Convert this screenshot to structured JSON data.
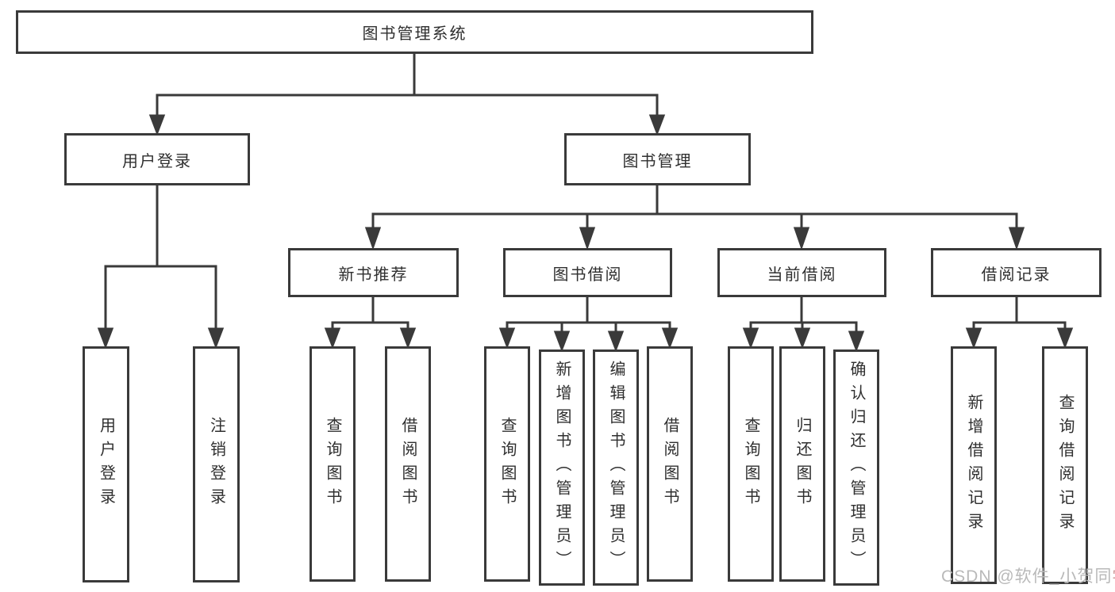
{
  "diagram": {
    "nodes": {
      "root": {
        "label": "图书管理系统"
      },
      "user_login": {
        "label": "用户登录"
      },
      "book_mgmt": {
        "label": "图书管理"
      },
      "new_book_rec": {
        "label": "新书推荐"
      },
      "book_borrow": {
        "label": "图书借阅"
      },
      "current_borrow": {
        "label": "当前借阅"
      },
      "borrow_records": {
        "label": "借阅记录"
      },
      "leaf_user_login": {
        "label": "用户登录"
      },
      "leaf_logout": {
        "label": "注销登录"
      },
      "leaf_rec_query": {
        "label": "查询图书"
      },
      "leaf_rec_borrow": {
        "label": "借阅图书"
      },
      "leaf_bor_query": {
        "label": "查询图书"
      },
      "leaf_bor_add": {
        "label": "新增图书（管理员）"
      },
      "leaf_bor_edit": {
        "label": "编辑图书（管理员）"
      },
      "leaf_bor_borrow": {
        "label": "借阅图书"
      },
      "leaf_cur_query": {
        "label": "查询图书"
      },
      "leaf_cur_return": {
        "label": "归还图书"
      },
      "leaf_cur_confirm": {
        "label": "确认归还（管理员）"
      },
      "leaf_hist_add": {
        "label": "新增借阅记录"
      },
      "leaf_hist_query": {
        "label": "查询借阅记录"
      }
    },
    "watermark": {
      "text": "CSDN @软件_小贺同",
      "accent": "学"
    },
    "colors": {
      "line": "#3a3a3a",
      "text": "#2f2f2f",
      "background": "#ffffff",
      "watermark": "#b9b9b9"
    }
  }
}
